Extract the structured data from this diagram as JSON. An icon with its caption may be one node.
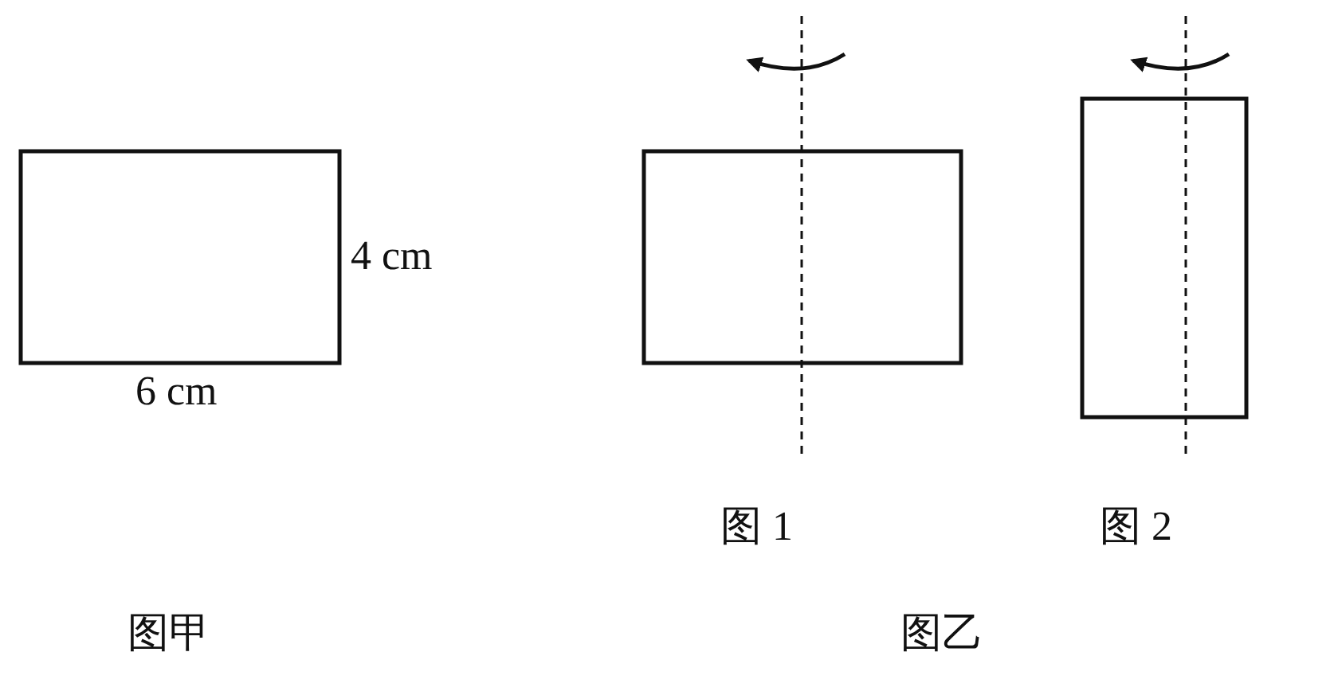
{
  "diagram": {
    "nodes": [
      {
        "text": [],
        "shape": "box"
      },
      {
        "text": [],
        "shape": "box"
      },
      {
        "text": [],
        "shape": "box"
      }
    ],
    "labels": [
      "4 cm",
      "6 cm",
      "图 1",
      "图 2",
      "图甲",
      "图乙"
    ]
  }
}
